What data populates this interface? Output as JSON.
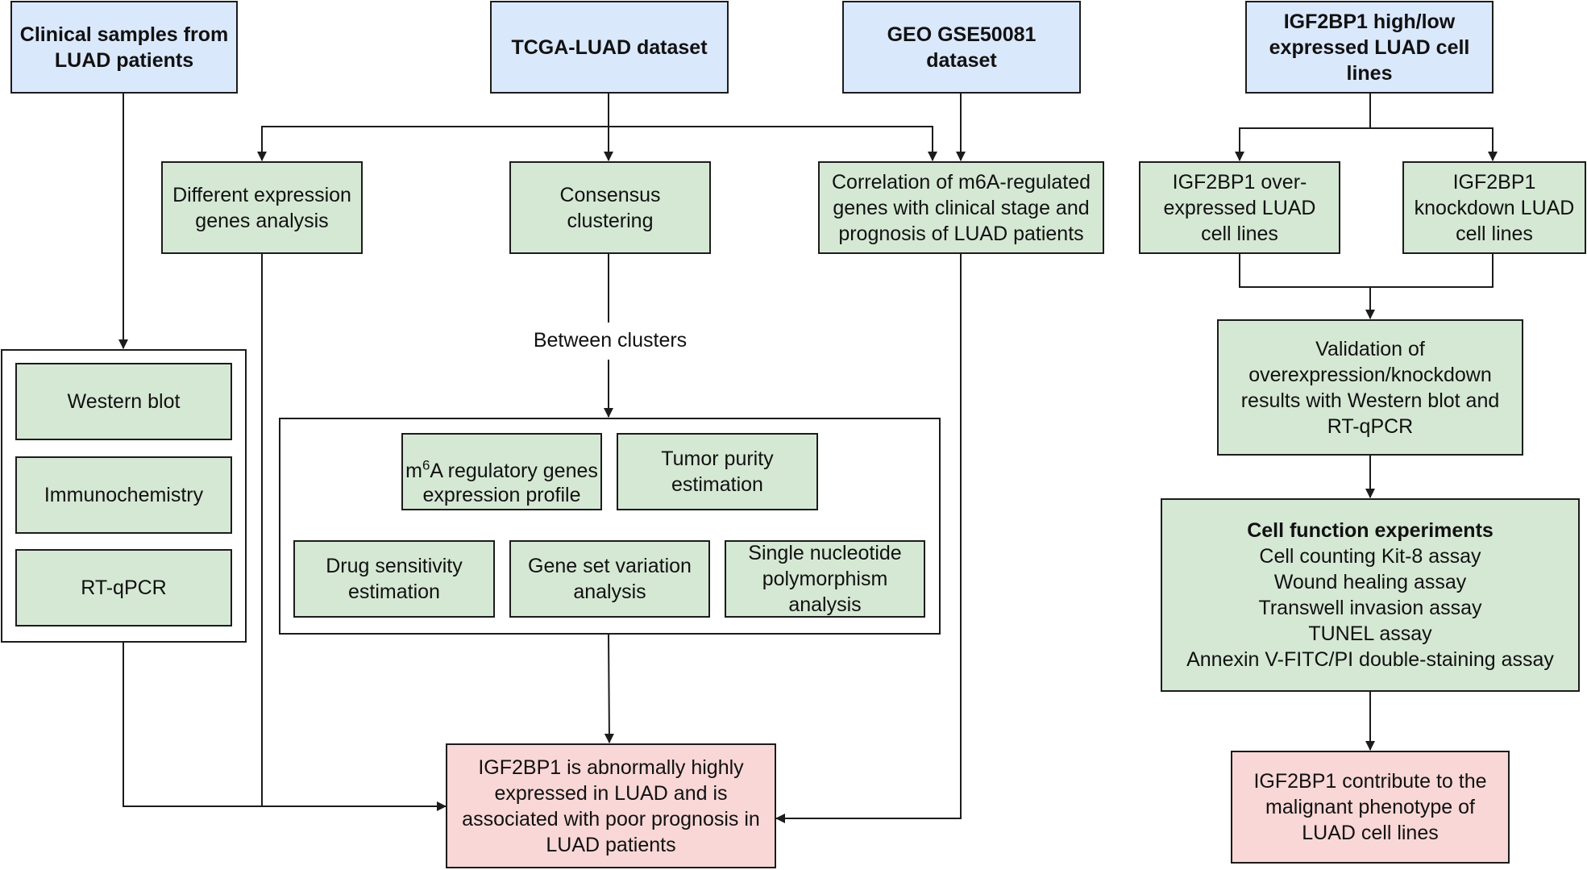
{
  "sources": {
    "clinical": "Clinical samples from LUAD patients",
    "tcga": "TCGA-LUAD dataset",
    "geo": "GEO GSE50081 dataset",
    "cell_lines": "IGF2BP1 high/low expressed LUAD cell lines"
  },
  "analyses": {
    "deg": "Different expression genes analysis",
    "consensus": "Consensus clustering",
    "correlation": "Correlation of m6A-regulated genes with clinical stage and prognosis of LUAD patients"
  },
  "clinical_methods": [
    "Western blot",
    "Immunochemistry",
    "RT-qPCR"
  ],
  "between_clusters_label": "Between clusters",
  "cluster_analyses": {
    "m6a_base": "m",
    "m6a_sup": "6",
    "m6a_rest": "A regulatory genes expression profile",
    "tumor_purity": "Tumor purity estimation",
    "drug": "Drug sensitivity estimation",
    "gsva": "Gene set variation analysis",
    "snp": "Single nucleotide polymorphism analysis"
  },
  "conclusion_main": "IGF2BP1 is abnormally highly expressed in LUAD and is associated with poor prognosis in LUAD patients",
  "cell_experiments": {
    "overexpressed": "IGF2BP1 over-expressed LUAD cell lines",
    "knockdown": "IGF2BP1 knockdown LUAD cell lines",
    "validation": "Validation of overexpression/knockdown results with Western blot and RT-qPCR",
    "function_title": "Cell function experiments",
    "function_assays": [
      "Cell counting Kit-8 assay",
      "Wound healing assay",
      "Transwell invasion assay",
      "TUNEL assay",
      "Annexin V-FITC/PI double-staining assay"
    ],
    "conclusion": "IGF2BP1 contribute to the malignant phenotype of LUAD cell lines"
  },
  "colors": {
    "source_fill": "#dae8fc",
    "process_fill": "#d5e8d4",
    "result_fill": "#f8d7d6",
    "stroke": "#1c1c1c"
  }
}
